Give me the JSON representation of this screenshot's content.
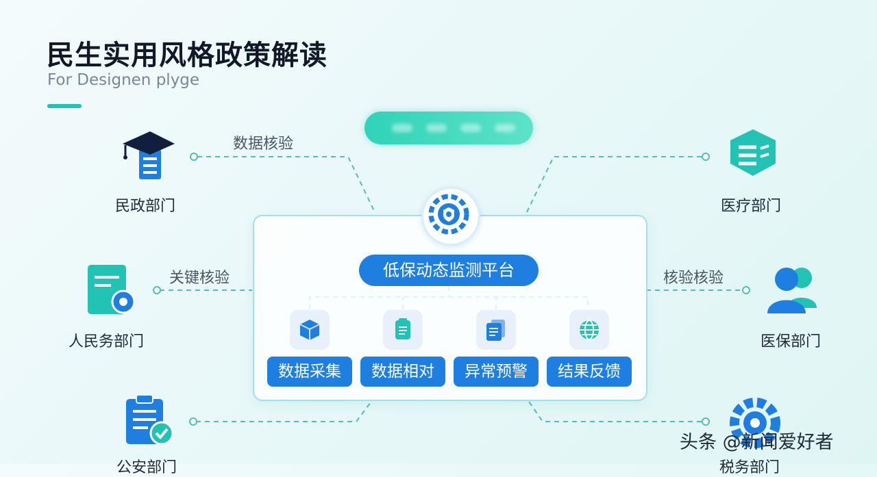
{
  "header": {
    "title": "民生实用风格政策解读",
    "subtitle": "For Designen plyge"
  },
  "platform": {
    "title": "低保动态监测平台"
  },
  "modules": [
    {
      "label": "数据采集",
      "icon": "cube-icon"
    },
    {
      "label": "数据相对",
      "icon": "clipboard-icon"
    },
    {
      "label": "异常预警",
      "icon": "document-stack-icon"
    },
    {
      "label": "结果反馈",
      "icon": "globe-icon"
    }
  ],
  "departments": {
    "civil": "民政部门",
    "people": "人民务部门",
    "public_security": "公安部门",
    "medical": "医疗部门",
    "insurance": "医保部门",
    "tax": "税务部门"
  },
  "edge_labels": {
    "top_left": "数据核验",
    "mid_left": "关键核验",
    "mid_right": "核验核验"
  },
  "watermark": "头条 @新闻爱好者",
  "colors": {
    "primary": "#1f7fe0",
    "accent": "#22c3b5",
    "connector": "#4fbfb8"
  }
}
